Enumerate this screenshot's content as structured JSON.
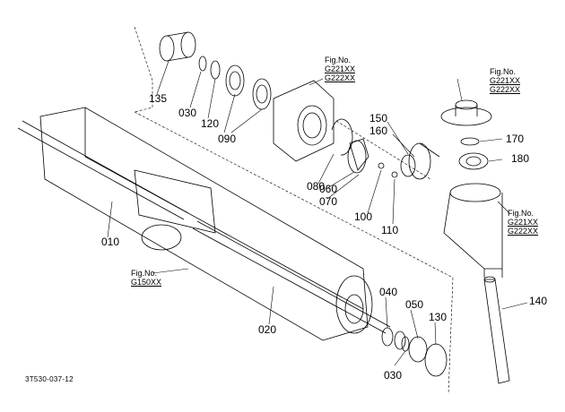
{
  "diagram": {
    "parts": [
      {
        "id": "p135",
        "label": "135"
      },
      {
        "id": "p030a",
        "label": "030"
      },
      {
        "id": "p120",
        "label": "120"
      },
      {
        "id": "p090",
        "label": "090"
      },
      {
        "id": "p080",
        "label": "080"
      },
      {
        "id": "p060",
        "label": "060"
      },
      {
        "id": "p070",
        "label": "070"
      },
      {
        "id": "p100",
        "label": "100"
      },
      {
        "id": "p110",
        "label": "110"
      },
      {
        "id": "p150",
        "label": "150"
      },
      {
        "id": "p160",
        "label": "160"
      },
      {
        "id": "p170",
        "label": "170"
      },
      {
        "id": "p180",
        "label": "180"
      },
      {
        "id": "p010",
        "label": "010"
      },
      {
        "id": "p020",
        "label": "020"
      },
      {
        "id": "p040",
        "label": "040"
      },
      {
        "id": "p050",
        "label": "050"
      },
      {
        "id": "p130",
        "label": "130"
      },
      {
        "id": "p030b",
        "label": "030"
      },
      {
        "id": "p140",
        "label": "140"
      }
    ],
    "fig_refs": [
      {
        "id": "f1",
        "title": "Fig.No.",
        "lines": [
          "G221XX",
          "G222XX"
        ]
      },
      {
        "id": "f2",
        "title": "Fig.No.",
        "lines": [
          "G221XX",
          "G222XX"
        ]
      },
      {
        "id": "f3",
        "title": "Fig.No.",
        "lines": [
          "G221XX",
          "G222XX"
        ]
      },
      {
        "id": "f4",
        "title": "Fig.No.",
        "lines": [
          "G150XX"
        ]
      }
    ],
    "drawing_code": "3T530-037-12"
  }
}
